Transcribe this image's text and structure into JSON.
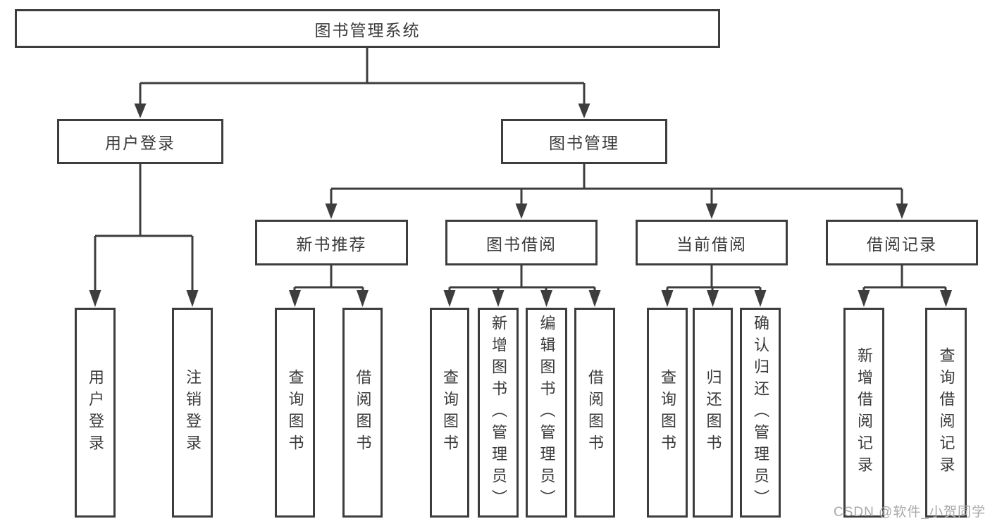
{
  "diagram_type": "hierarchy-tree",
  "colors": {
    "line": "#3d3d3d",
    "box_border": "#3d3d3d",
    "box_fill": "#ffffff",
    "text": "#3a3a3a",
    "watermark": "#a9a9a9",
    "background": "#ffffff"
  },
  "tree": {
    "label": "图书管理系统",
    "children": [
      {
        "label": "用户登录",
        "children": [
          {
            "label": "用户登录"
          },
          {
            "label": "注销登录"
          }
        ]
      },
      {
        "label": "图书管理",
        "children": [
          {
            "label": "新书推荐",
            "children": [
              {
                "label": "查询图书"
              },
              {
                "label": "借阅图书"
              }
            ]
          },
          {
            "label": "图书借阅",
            "children": [
              {
                "label": "查询图书"
              },
              {
                "label": "新增图书（管理员）"
              },
              {
                "label": "编辑图书（管理员）"
              },
              {
                "label": "借阅图书"
              }
            ]
          },
          {
            "label": "当前借阅",
            "children": [
              {
                "label": "查询图书"
              },
              {
                "label": "归还图书"
              },
              {
                "label": "确认归还（管理员）"
              }
            ]
          },
          {
            "label": "借阅记录",
            "children": [
              {
                "label": "新增借阅记录"
              },
              {
                "label": "查询借阅记录"
              }
            ]
          }
        ]
      }
    ]
  },
  "watermark": "CSDN @软件_小贺同学"
}
